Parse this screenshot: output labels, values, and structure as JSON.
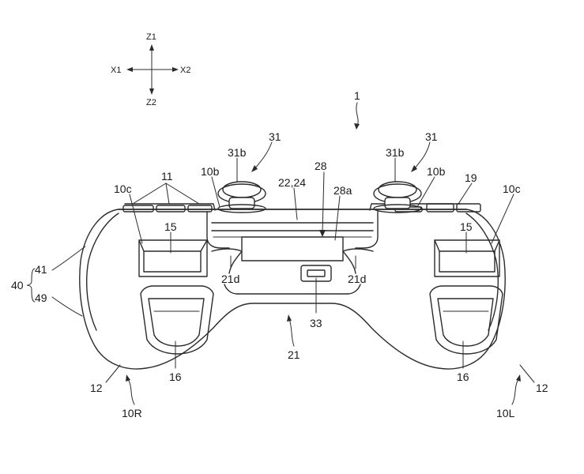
{
  "axes": {
    "z1": "Z1",
    "z2": "Z2",
    "x1": "X1",
    "x2": "X2"
  },
  "labels": {
    "device": "1",
    "stick_left": "31",
    "stick_right": "31",
    "stick_cap_left": "31b",
    "stick_cap_right": "31b",
    "buttons": "11",
    "top_edge_left": "10b",
    "top_edge_right": "10b",
    "shoulder_left": "10c",
    "shoulder_right": "10c",
    "center_part": "22,24",
    "light_bar": "28",
    "light_bar_face": "28a",
    "right_button": "19",
    "trigger_upper_left": "15",
    "trigger_upper_right": "15",
    "group_40": "40",
    "part_41": "41",
    "part_49": "49",
    "slope_left": "21d",
    "slope_right": "21d",
    "usb_port": "33",
    "body_center": "21",
    "trigger_lower_left": "16",
    "trigger_lower_right": "16",
    "grip_left": "12",
    "grip_right": "12",
    "grip_name_left": "10R",
    "grip_name_right": "10L"
  }
}
